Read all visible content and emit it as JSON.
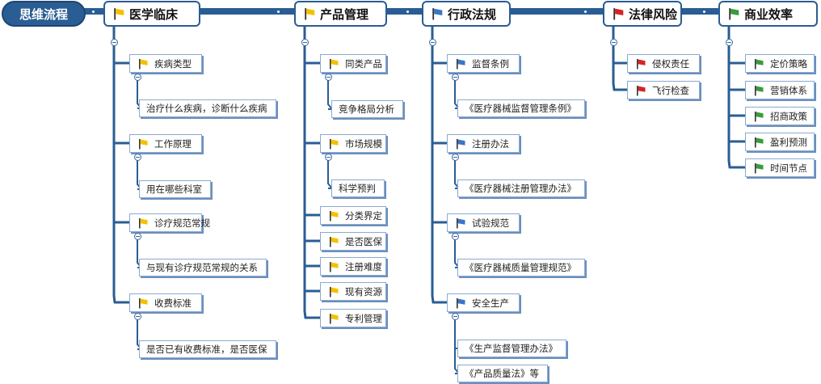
{
  "root": {
    "label": "思维流程"
  },
  "colors": {
    "branch": "#2a5d93",
    "flag_yellow": "#f2c200",
    "flag_blue": "#3a76c4",
    "flag_red": "#d42424",
    "flag_green": "#3c9a3c"
  },
  "categories": [
    {
      "label": "医学临床",
      "flag": "flag-yellow-icon",
      "children": [
        {
          "label": "疾病类型",
          "children": [
            {
              "label": "治疗什么疾病，诊断什么疾病"
            }
          ]
        },
        {
          "label": "工作原理",
          "children": [
            {
              "label": "用在哪些科室"
            }
          ]
        },
        {
          "label": "诊疗规范常规",
          "children": [
            {
              "label": "与现有诊疗规范常规的关系"
            }
          ]
        },
        {
          "label": "收费标准",
          "children": [
            {
              "label": "是否已有收费标准，是否医保"
            }
          ]
        }
      ]
    },
    {
      "label": "产品管理",
      "flag": "flag-yellow-icon",
      "children": [
        {
          "label": "同类产品",
          "children": [
            {
              "label": "竞争格局分析"
            }
          ]
        },
        {
          "label": "市场规模",
          "children": [
            {
              "label": "科学预判"
            }
          ]
        },
        {
          "label": "分类界定"
        },
        {
          "label": "是否医保"
        },
        {
          "label": "注册难度"
        },
        {
          "label": "现有资源"
        },
        {
          "label": "专利管理"
        }
      ]
    },
    {
      "label": "行政法规",
      "flag": "flag-blue-icon",
      "children": [
        {
          "label": "监督条例",
          "children": [
            {
              "label": "《医疗器械监督管理条例》"
            }
          ]
        },
        {
          "label": "注册办法",
          "children": [
            {
              "label": "《医疗器械注册管理办法》"
            }
          ]
        },
        {
          "label": "试验规范",
          "children": [
            {
              "label": "《医疗器械质量管理规范》"
            }
          ]
        },
        {
          "label": "安全生产",
          "children": [
            {
              "label": "《生产监督管理办法》"
            },
            {
              "label": "《产品质量法》等"
            }
          ]
        }
      ]
    },
    {
      "label": "法律风险",
      "flag": "flag-red-icon",
      "children": [
        {
          "label": "侵权责任"
        },
        {
          "label": "飞行检查"
        }
      ]
    },
    {
      "label": "商业效率",
      "flag": "flag-green-icon",
      "children": [
        {
          "label": "定价策略"
        },
        {
          "label": "营销体系"
        },
        {
          "label": "招商政策"
        },
        {
          "label": "盈利预测"
        },
        {
          "label": "时间节点"
        }
      ]
    }
  ]
}
